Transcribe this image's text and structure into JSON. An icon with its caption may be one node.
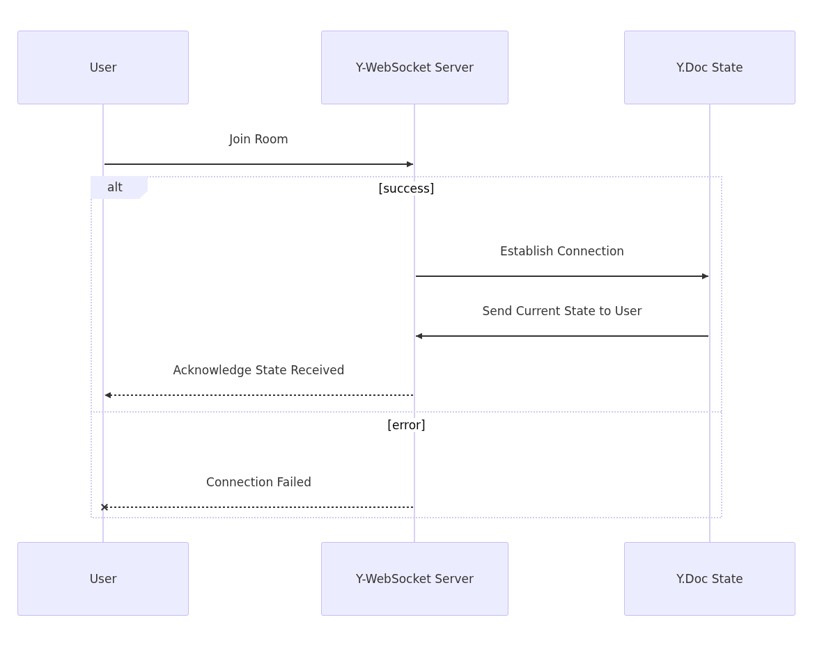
{
  "diagram": {
    "nodes": [
      {
        "text": [
          "User"
        ]
      },
      {
        "text": [
          "Y-WebSocket Server"
        ]
      },
      {
        "text": [
          "Y.Doc State"
        ]
      },
      {
        "text": [
          "User"
        ]
      },
      {
        "text": [
          "Y-WebSocket Server"
        ]
      },
      {
        "text": [
          "Y.Doc State"
        ]
      },
      {
        "text": [],
        "shape": "bar"
      },
      {
        "text": [],
        "shape": "bar"
      },
      {
        "text": [],
        "shape": "bar"
      }
    ],
    "labels": [
      "alt",
      "[success]",
      "[error]"
    ],
    "edges": [
      {
        "from": 6,
        "to": 7,
        "arrow": "to",
        "label": "Join Room"
      },
      {
        "from": 7,
        "to": 8,
        "arrow": "to",
        "label": "Establish Connection"
      },
      {
        "from": 8,
        "to": 7,
        "arrow": "to",
        "label": "Send Current State to User"
      },
      {
        "from": 7,
        "to": 6,
        "arrow": "to",
        "label": "Acknowledge State Received",
        "style": "dashed"
      },
      {
        "from": 7,
        "to": 6,
        "arrow": "other",
        "label": "Connection Failed",
        "style": "dashed"
      }
    ]
  }
}
